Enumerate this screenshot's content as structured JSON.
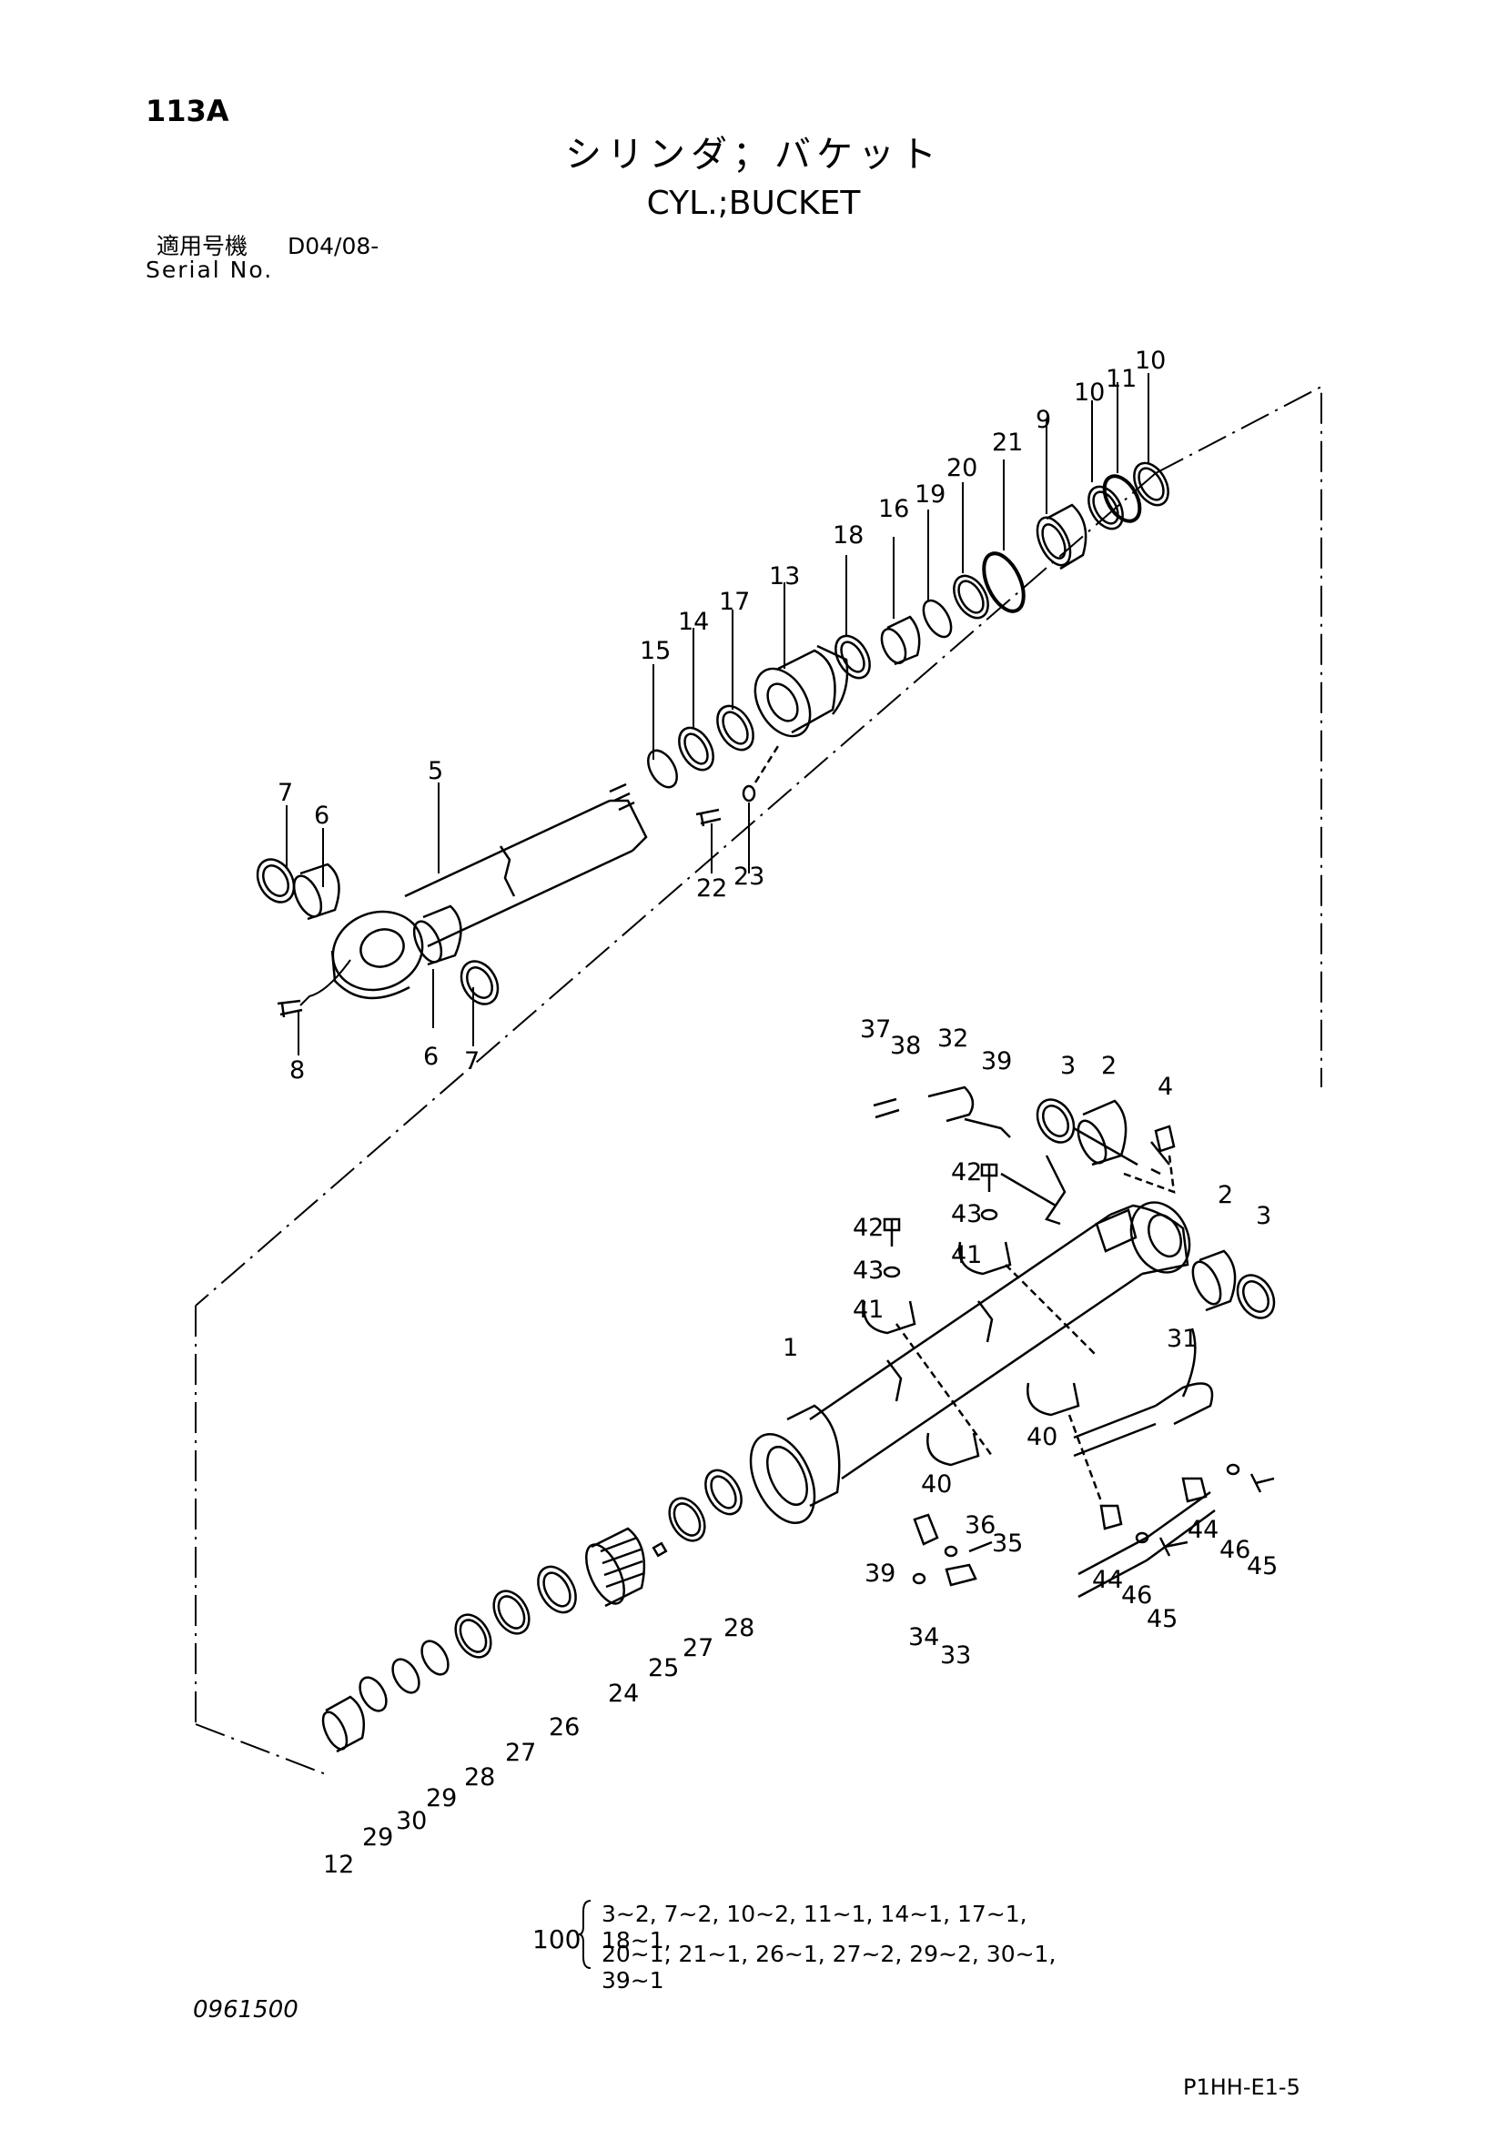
{
  "header": {
    "page_number": "113A",
    "title_jp": "シリンダ；バケット",
    "title_en": "CYL.;BUCKET",
    "applicable_label": "適用号機",
    "applicable_value": "D04/08-",
    "serial_label": "Serial No."
  },
  "kit": {
    "number": "100",
    "line_1": "3~2, 7~2, 10~2, 11~1, 14~1, 17~1, 18~1,",
    "line_2": "20~1, 21~1, 26~1, 27~2, 29~2, 30~1, 39~1"
  },
  "footer": {
    "doc_code": "0961500",
    "page_code": "P1HH-E1-5"
  },
  "callouts": [
    "10",
    "11",
    "10",
    "9",
    "21",
    "20",
    "19",
    "16",
    "18",
    "13",
    "17",
    "14",
    "15",
    "5",
    "7",
    "6",
    "22",
    "23",
    "8",
    "6",
    "7",
    "37",
    "38",
    "32",
    "39",
    "3",
    "2",
    "4",
    "42",
    "43",
    "42",
    "43",
    "41",
    "41",
    "2",
    "3",
    "1",
    "31",
    "40",
    "40",
    "39",
    "36",
    "35",
    "44",
    "46",
    "45",
    "44",
    "46",
    "45",
    "34",
    "33",
    "28",
    "27",
    "25",
    "24",
    "26",
    "27",
    "28",
    "29",
    "30",
    "29",
    "12"
  ]
}
